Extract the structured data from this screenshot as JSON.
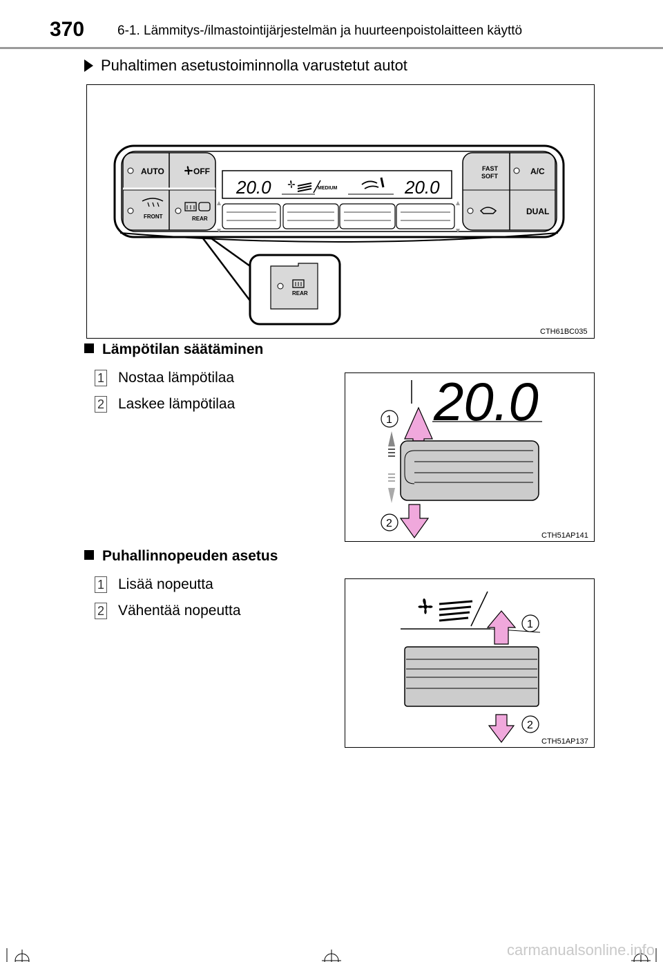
{
  "header": {
    "page_number": "370",
    "title": "6-1. Lämmitys-/ilmastointijärjestelmän ja huurteenpoistolaitteen käyttö"
  },
  "intro": {
    "subtitle": "Puhaltimen asetustoiminnolla varustetut autot"
  },
  "panel_figure": {
    "code": "CTH61BC035",
    "buttons": {
      "auto": "AUTO",
      "off": "OFF",
      "front": "FRONT",
      "rear": "REAR",
      "fast": "FAST",
      "soft": "SOFT",
      "ac": "A/C",
      "dual": "DUAL"
    },
    "display": {
      "left_temp": "20.0",
      "right_temp": "20.0",
      "fan_mode": "MEDIUM"
    },
    "callout_label": "REAR"
  },
  "temperature": {
    "heading": "Lämpötilan säätäminen",
    "items": [
      {
        "num": "1",
        "text": "Nostaa lämpötilaa"
      },
      {
        "num": "2",
        "text": "Laskee lämpötilaa"
      }
    ],
    "figure": {
      "code": "CTH51AP141",
      "display_temp": "20.0",
      "label_up": "1",
      "label_down": "2"
    }
  },
  "fan": {
    "heading": "Puhallinnopeuden asetus",
    "items": [
      {
        "num": "1",
        "text": "Lisää nopeutta"
      },
      {
        "num": "2",
        "text": "Vähentää nopeutta"
      }
    ],
    "figure": {
      "code": "CTH51AP137",
      "label_up": "1",
      "label_down": "2"
    }
  },
  "footer": {
    "url": "carmanualsonline.info"
  },
  "colors": {
    "arrow_fill": "#f0a8dc",
    "button_gray": "#d9d9d9",
    "slider_gray": "#cccccc"
  }
}
